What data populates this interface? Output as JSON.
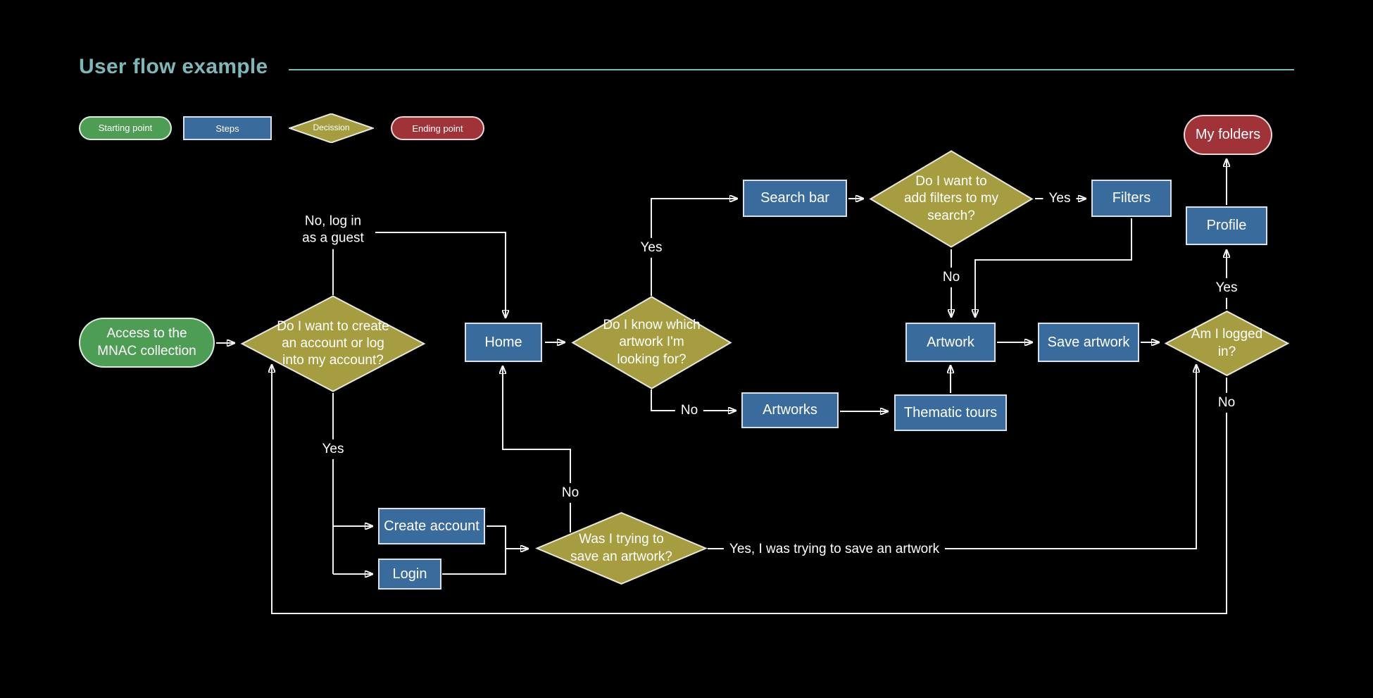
{
  "title": "User flow example",
  "legend": {
    "starting_point": "Starting point",
    "steps": "Steps",
    "decision": "Decission",
    "ending_point": "Ending point"
  },
  "nodes": {
    "start": "Access to the\nMNAC collection",
    "account_decision": "Do I want to create\nan account or log\ninto my account?",
    "home": "Home",
    "know_artwork_decision": "Do I know which\nartwork I'm\nlooking for?",
    "search_bar": "Search bar",
    "filters_decision": "Do I want to\nadd filters to my\nsearch?",
    "filters": "Filters",
    "my_folders": "My folders",
    "profile": "Profile",
    "artwork": "Artwork",
    "save_artwork": "Save artwork",
    "logged_in_decision": "Am I logged\nin?",
    "artworks": "Artworks",
    "thematic_tours": "Thematic tours",
    "create_account": "Create account",
    "login": "Login",
    "save_artwork_decision": "Was I trying to\nsave an artwork?"
  },
  "edge_labels": {
    "no_guest": "No, log in\nas a guest",
    "yes_to_search": "Yes",
    "yes_to_filters": "Yes",
    "no_from_filters": "No",
    "no_to_artworks": "No",
    "yes_to_account": "Yes",
    "no_back_home": "No",
    "yes_saving_artwork": "Yes, I was trying to save an artwork",
    "yes_to_profile": "Yes",
    "no_from_logged": "No"
  },
  "colors": {
    "background": "#000000",
    "title": "#7cb7ba",
    "start_green": "#4e9d54",
    "step_blue": "#3a6b9d",
    "decision_olive": "#a59d40",
    "end_red": "#a03338",
    "connector": "#f2f2f2"
  }
}
